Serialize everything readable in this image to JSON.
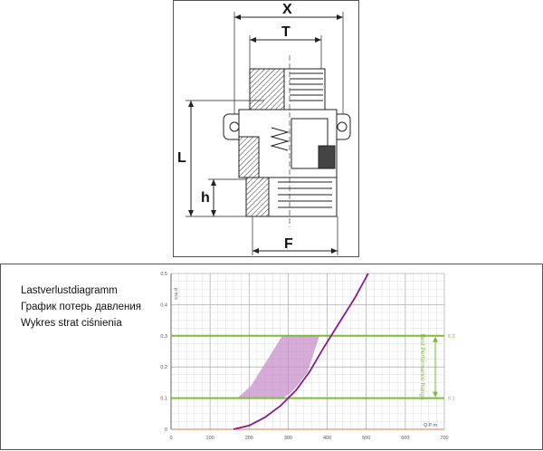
{
  "drawing": {
    "dimension_labels": {
      "x": "X",
      "t": "T",
      "l": "L",
      "h": "h",
      "f": "F"
    }
  },
  "chart_titles": {
    "de": "Lastverlustdiagramm",
    "ru": "График потерь давления",
    "pl": "Wykres strat ciśnienia"
  },
  "chart_data": {
    "type": "line",
    "x_ticks": [
      "0",
      "100",
      "200",
      "300",
      "400",
      "500",
      "600",
      "700"
    ],
    "y_ticks": [
      "0",
      "0.1",
      "0.2",
      "0.3",
      "0.4",
      "0.5"
    ],
    "x_unit": "Q·P·m",
    "y_unit": "p·m·s",
    "xlim": [
      0,
      700
    ],
    "ylim": [
      0,
      0.5
    ],
    "series": [
      {
        "x": [
          160,
          200,
          240,
          280,
          320,
          355,
          390,
          430,
          470,
          505
        ],
        "y": [
          0.0,
          0.012,
          0.038,
          0.075,
          0.125,
          0.185,
          0.26,
          0.34,
          0.42,
          0.5
        ],
        "color": "#8a1a8a"
      }
    ],
    "band": {
      "x": [
        170,
        205,
        230,
        255,
        285,
        305,
        330,
        350,
        380
      ],
      "y_low": [
        0.1,
        0.1,
        0.1,
        0.1,
        0.1,
        0.115,
        0.15,
        0.185,
        0.3
      ],
      "y_high": [
        0.1,
        0.14,
        0.19,
        0.24,
        0.3,
        0.3,
        0.3,
        0.3,
        0.3
      ],
      "color": "#c78fc9"
    },
    "reference_lines": [
      {
        "y": 0.3,
        "label": "0.3",
        "color": "#7cbc3a"
      },
      {
        "y": 0.1,
        "label": "0.1",
        "color": "#7cbc3a"
      }
    ],
    "baseline_color": "#e07a4a",
    "range_label": "Best Performance Range",
    "grid": true
  }
}
